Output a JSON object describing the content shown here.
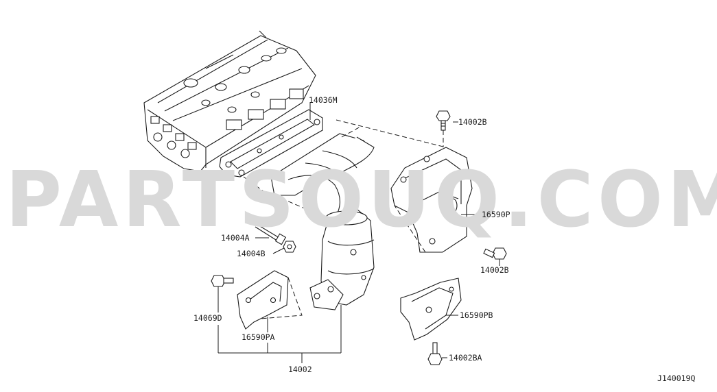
{
  "watermark": "PARTSOUQ.COM",
  "diagram_code": "J140019Q",
  "labels": {
    "p14036M": "14036M",
    "p14002B_top": "14002B",
    "p16590P": "16590P",
    "p14004A": "14004A",
    "p14004B": "14004B",
    "p14002B_right": "14002B",
    "p14069D": "14069D",
    "p16590PB": "16590PB",
    "p16590PA": "16590PA",
    "p14002BA": "14002BA",
    "p14002": "14002"
  }
}
